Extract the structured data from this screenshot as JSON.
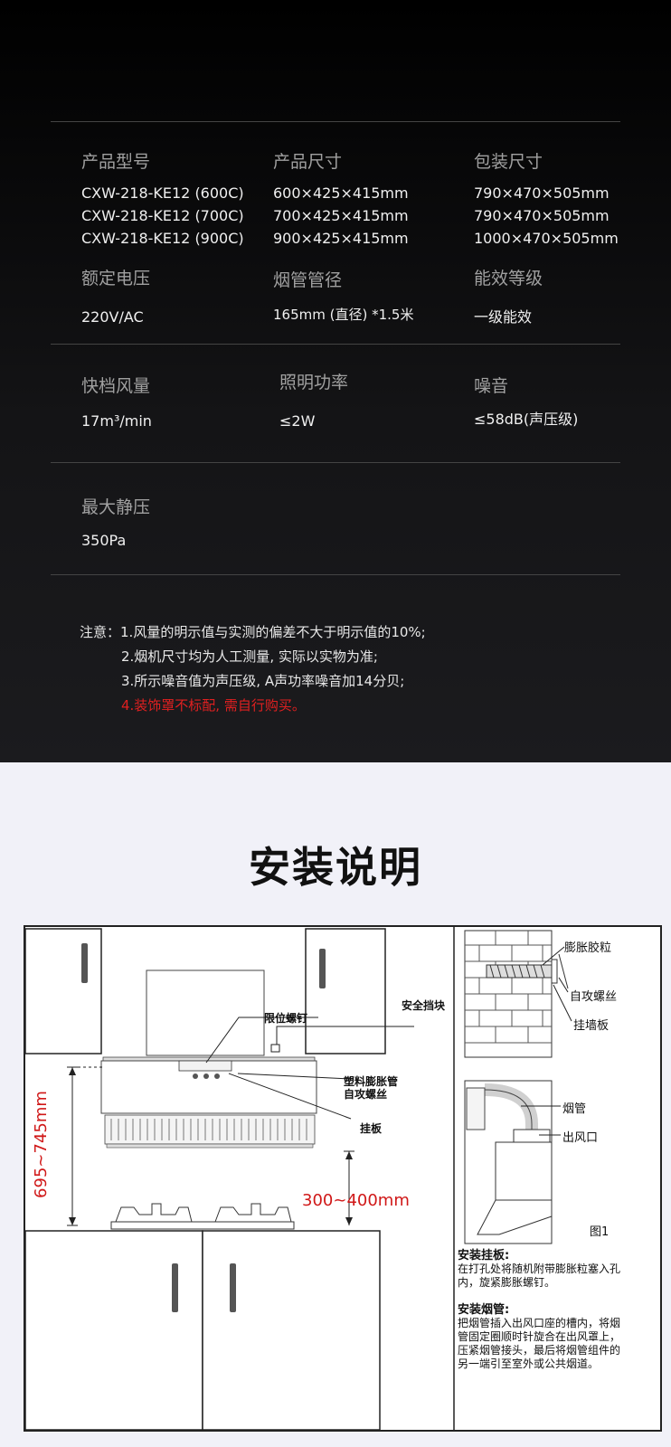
{
  "specs": {
    "model": {
      "label": "产品型号",
      "values": [
        "CXW-218-KE12 (600C)",
        "CXW-218-KE12 (700C)",
        "CXW-218-KE12 (900C)"
      ]
    },
    "size": {
      "label": "产品尺寸",
      "values": [
        "600×425×415mm",
        "700×425×415mm",
        "900×425×415mm"
      ]
    },
    "package": {
      "label": "包装尺寸",
      "values": [
        "790×470×505mm",
        "790×470×505mm",
        "1000×470×505mm"
      ]
    },
    "voltage": {
      "label": "额定电压",
      "value": "220V/AC"
    },
    "duct": {
      "label": "烟管管径",
      "value": "165mm (直径) *1.5米"
    },
    "efficiency": {
      "label": "能效等级",
      "value": "一级能效"
    },
    "airflow": {
      "label": "快档风量",
      "value": "17m³/min"
    },
    "lighting": {
      "label": "照明功率",
      "value": "≤2W"
    },
    "noise": {
      "label": "噪音",
      "value": "≤58dB(声压级)"
    },
    "pressure": {
      "label": "最大静压",
      "value": "350Pa"
    }
  },
  "notes": {
    "prefix": "注意：",
    "items": [
      "1.风量的明示值与实测的偏差不大于明示值的10%;",
      "2.烟机尺寸均为人工测量, 实际以实物为准;",
      "3.所示噪音值为声压级, A声功率噪音加14分贝;",
      "4.装饰罩不标配, 需自行购买。"
    ],
    "highlight_color": "#e02020"
  },
  "install": {
    "title": "安装说明",
    "labels": {
      "limit_screw": "限位螺钉",
      "safety_block": "安全挡块",
      "plastic_anchor": "塑料膨胀管",
      "tapping_screw_left": "自攻螺丝",
      "hanger_left": "挂板",
      "height_left": "695~745mm",
      "height_right": "300~400mm",
      "expansion_plug": "膨胀胶粒",
      "tapping_screw_right": "自攻螺丝",
      "wall_plate": "挂墙板",
      "chimney": "烟管",
      "outlet": "出风口",
      "figure": "图1"
    },
    "steps": [
      {
        "heading": "安装挂板:",
        "text": "在打孔处将随机附带膨胀粒塞入孔内，旋紧膨胀螺钉。"
      },
      {
        "heading": "安装烟管:",
        "text": "把烟管插入出风口座的槽内，将烟管固定圈顺时针旋合在出风罩上，压紧烟管接头，最后将烟管组件的另一端引至室外或公共烟道。"
      }
    ]
  }
}
